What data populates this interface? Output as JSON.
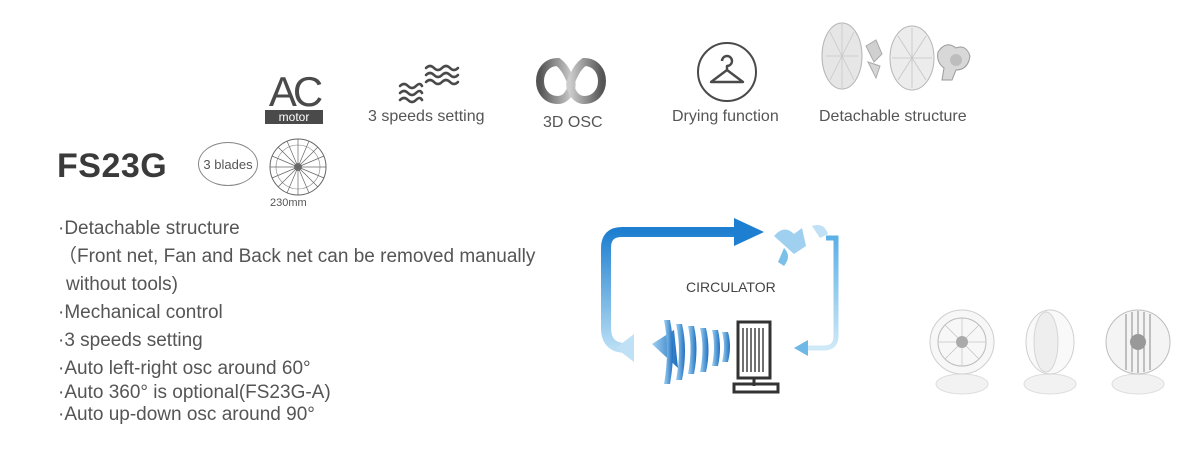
{
  "features": {
    "ac_motor_logo": {
      "text_big": "AC",
      "text_small": "motor",
      "icon": "ac-motor-icon"
    },
    "speeds": {
      "label": "3 speeds setting",
      "icon": "wind-waves-icon"
    },
    "osc": {
      "label": "3D OSC",
      "icon": "3d-osc-icon"
    },
    "drying": {
      "label": "Drying function",
      "icon": "hanger-icon"
    },
    "detachable": {
      "label": "Detachable structure",
      "icon": "exploded-fan-icon"
    }
  },
  "model": {
    "name": "FS23G",
    "blades_label": "3 blades",
    "blade_size": "230mm"
  },
  "bullets": [
    "·Detachable structure",
    "（Front net, Fan and Back net can be removed manually",
    "  without tools)",
    "·Mechanical control",
    "·3 speeds setting",
    "·Auto left-right osc around 60°",
    "·Auto 360° is optional(FS23G-A)",
    "·Auto up-down osc  around 90°"
  ],
  "diagram": {
    "label": "CIRCULATOR",
    "colors": {
      "flow_dark": "#1e7fd0",
      "flow_light": "#a9d6f2",
      "device": "#333333"
    }
  }
}
